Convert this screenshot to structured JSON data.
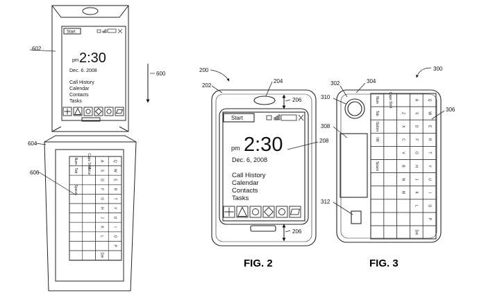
{
  "figures": [
    "FIG. 2",
    "FIG. 3"
  ],
  "refs": {
    "r600": "600",
    "r602": "602",
    "r604": "604",
    "r606": "606",
    "r200": "200",
    "r202": "202",
    "r204": "204",
    "r206": "206",
    "r208": "208",
    "r300": "300",
    "r302": "302",
    "r304": "304",
    "r306": "306",
    "r308": "308",
    "r310": "310",
    "r312": "312"
  },
  "screen": {
    "start_label": "Start",
    "time": "2:30",
    "ampm": "pm",
    "date_fig2": "Dec. 6, 2008",
    "date_fig1": "Dec. 6. 2008",
    "menu": [
      "Call History",
      "Calendar",
      "Contacts",
      "Tasks"
    ]
  },
  "keyboard": {
    "letters": [
      "Q",
      "W",
      "E",
      "R",
      "T",
      "Y",
      "U",
      "I",
      "O",
      "P",
      "A",
      "S",
      "D",
      "F",
      "G",
      "H",
      "J",
      "K",
      "L",
      "Z",
      "X",
      "C",
      "V",
      "B",
      "N",
      "M"
    ],
    "func": [
      "Num",
      "Caps Shift",
      "Tab",
      "Voice",
      "Option",
      "OK",
      "Space",
      "Del"
    ]
  },
  "icons": [
    "plus-icon",
    "triangle-icon",
    "circle-icon",
    "diamond-icon",
    "circle-icon",
    "parallelogram-icon"
  ]
}
